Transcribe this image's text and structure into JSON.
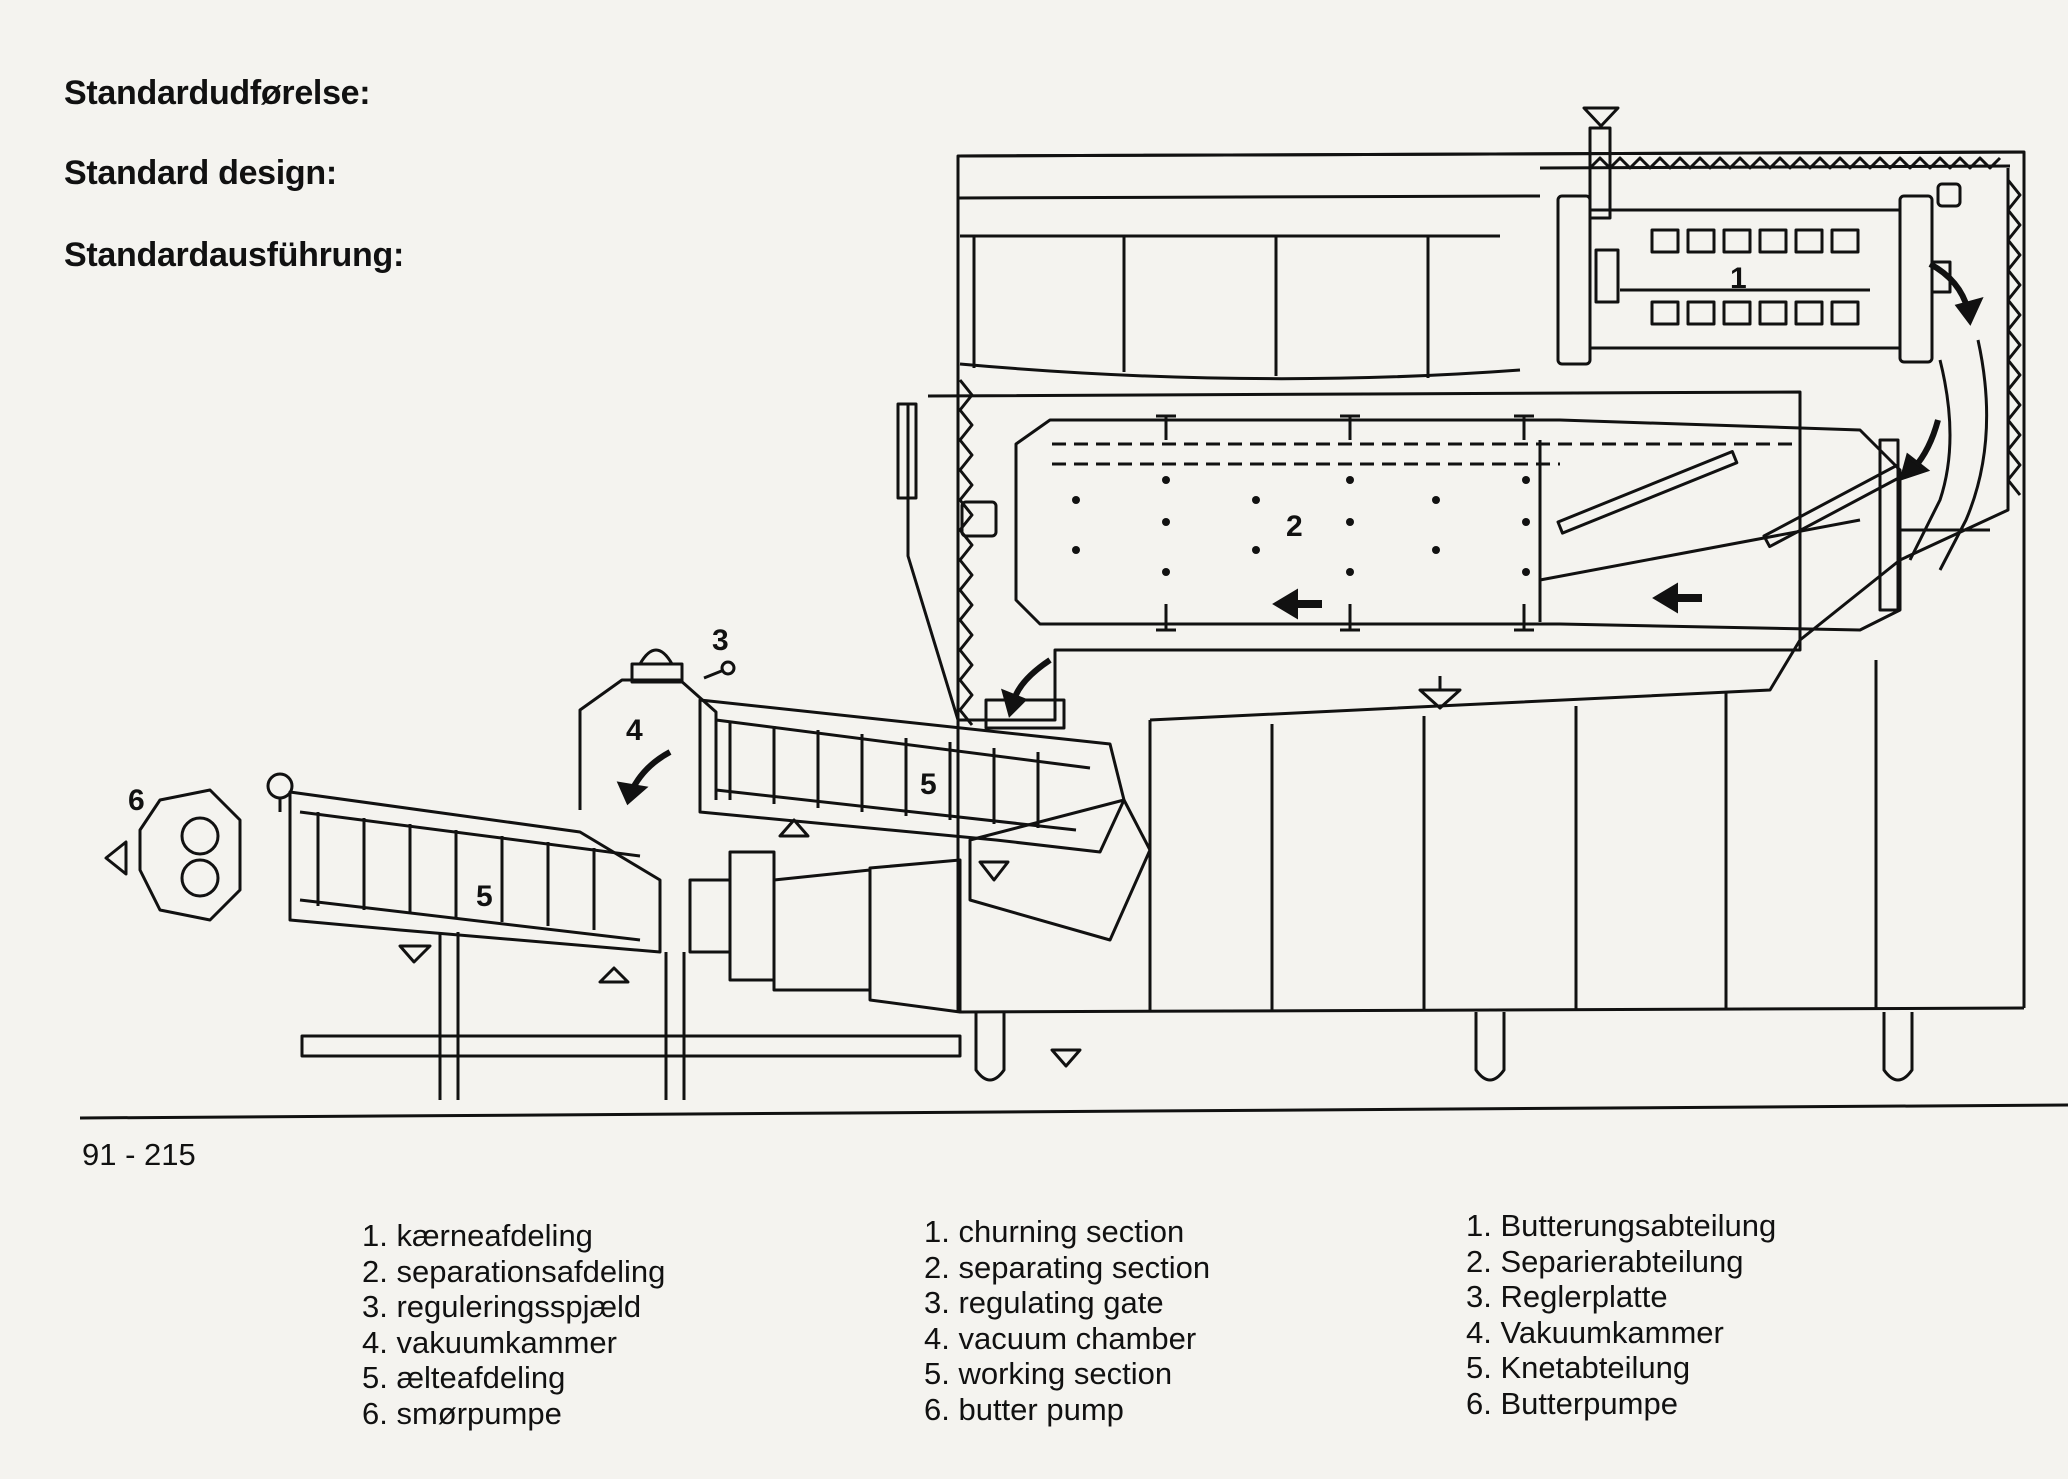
{
  "headings": {
    "da": "Standardudførelse:",
    "en": "Standard design:",
    "de": "Standardausführung:"
  },
  "figure_number": "91 - 215",
  "callouts": [
    "1",
    "2",
    "3",
    "4",
    "5",
    "5",
    "6"
  ],
  "legend": {
    "da": [
      "1. kærneafdeling",
      "2. separationsafdeling",
      "3. reguleringsspjæld",
      "4. vakuumkammer",
      "5. ælteafdeling",
      "6. smørpumpe"
    ],
    "en": [
      "1. churning section",
      "2. separating section",
      "3. regulating gate",
      "4. vacuum chamber",
      "5. working section",
      "6. butter pump"
    ],
    "de": [
      "1. Butterungsabteilung",
      "2. Separierabteilung",
      "3. Reglerplatte",
      "4. Vakuumkammer",
      "5. Knetabteilung",
      "6. Butterpumpe"
    ]
  },
  "colors": {
    "ink": "#111111",
    "paper": "#f4f3ef"
  }
}
